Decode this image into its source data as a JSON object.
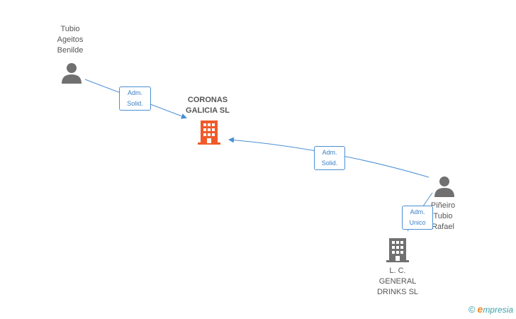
{
  "nodes": {
    "tubio": {
      "name_lines": [
        "Tubio",
        "Ageitos",
        "Benilde"
      ]
    },
    "coronas": {
      "name_lines": [
        "CORONAS",
        "GALICIA SL"
      ]
    },
    "pineiro": {
      "name_lines": [
        "Piñeiro",
        "Tubio",
        "Rafael"
      ]
    },
    "lc": {
      "name_lines": [
        "L. C.",
        "GENERAL",
        "DRINKS  SL"
      ]
    }
  },
  "edges": {
    "tubio_coronas": {
      "role_lines": [
        "Adm.",
        "Solid."
      ]
    },
    "pineiro_coronas": {
      "role_lines": [
        "Adm.",
        "Solid."
      ]
    },
    "pineiro_lc": {
      "role_lines": [
        "Adm.",
        "Unico"
      ]
    }
  },
  "colors": {
    "person": "#707070",
    "company_main": "#f05a28",
    "company_other": "#707070",
    "edge": "#4a8fd4"
  },
  "footer": {
    "copyright_symbol": "©",
    "brand_initial": "e",
    "brand_rest": "mpresia"
  }
}
